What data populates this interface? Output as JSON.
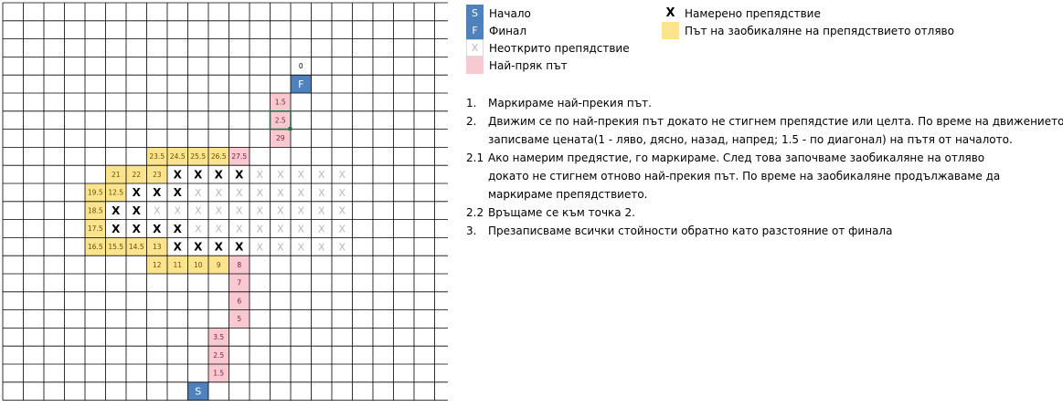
{
  "legend": {
    "start": {
      "symbol": "S",
      "label": "Начало"
    },
    "finish": {
      "symbol": "F",
      "label": "Финал"
    },
    "unknown_obstacle": {
      "symbol": "X",
      "label": "Неоткрито препядствие"
    },
    "shortest_path": {
      "label": "Най-пряк път"
    },
    "found_obstacle": {
      "symbol": "X",
      "label": "Намерено препядствие"
    },
    "detour_path": {
      "label": "Път на заобикаляне на препядствието отляво"
    }
  },
  "instructions": [
    {
      "num": "1.",
      "lines": [
        "Маркираме най-прекия път."
      ]
    },
    {
      "num": "2.",
      "lines": [
        "Движим се по най-прекия път  докато не стигнем препядстие или целта. По време на движението",
        "записваме цената(1 - ляво, дясно, назад, напред; 1.5 - по диагонал) на пътя от началото."
      ]
    },
    {
      "num": "2.1",
      "lines": [
        "Ако намерим предястие, го маркираме. След това започваме заобикаляне на отляво",
        "докато не стигнем отново най-прекия път. По време на заобикаляне продължаваме да",
        "маркираме препядствието."
      ]
    },
    {
      "num": "2.2",
      "lines": [
        "Връщаме се към точка 2."
      ]
    },
    {
      "num": "3.",
      "lines": [
        "Презаписваме всички стойности обратно като разстояние от финала"
      ]
    }
  ],
  "grid": {
    "cols": 24,
    "rows": 22,
    "colors": {
      "start_finish": "#4f81bd",
      "path": "#f9c9d1",
      "detour": "#fce48e",
      "grid_line": "#000000",
      "found_x": "#000000",
      "unknown_x": "#b8b8b8",
      "selected_border": "#217346"
    },
    "cells": [
      {
        "r": 3,
        "c": 14,
        "type": "text",
        "text": "0"
      },
      {
        "r": 4,
        "c": 14,
        "type": "finish",
        "text": "F"
      },
      {
        "r": 5,
        "c": 13,
        "type": "path",
        "text": "1.5"
      },
      {
        "r": 6,
        "c": 13,
        "type": "path",
        "text": "2.5",
        "selected": true
      },
      {
        "r": 7,
        "c": 13,
        "type": "path",
        "text": "29"
      },
      {
        "r": 8,
        "c": 7,
        "type": "detour",
        "text": "23.5"
      },
      {
        "r": 8,
        "c": 8,
        "type": "detour",
        "text": "24.5"
      },
      {
        "r": 8,
        "c": 9,
        "type": "detour",
        "text": "25.5"
      },
      {
        "r": 8,
        "c": 10,
        "type": "detour",
        "text": "26.5"
      },
      {
        "r": 8,
        "c": 11,
        "type": "path",
        "text": "27.5"
      },
      {
        "r": 9,
        "c": 5,
        "type": "detour",
        "text": "21"
      },
      {
        "r": 9,
        "c": 6,
        "type": "detour",
        "text": "22"
      },
      {
        "r": 9,
        "c": 7,
        "type": "detour",
        "text": "23"
      },
      {
        "r": 9,
        "c": 8,
        "type": "found"
      },
      {
        "r": 9,
        "c": 9,
        "type": "found"
      },
      {
        "r": 9,
        "c": 10,
        "type": "found"
      },
      {
        "r": 9,
        "c": 11,
        "type": "found"
      },
      {
        "r": 9,
        "c": 12,
        "type": "unknown"
      },
      {
        "r": 9,
        "c": 13,
        "type": "unknown"
      },
      {
        "r": 9,
        "c": 14,
        "type": "unknown"
      },
      {
        "r": 9,
        "c": 15,
        "type": "unknown"
      },
      {
        "r": 9,
        "c": 16,
        "type": "unknown"
      },
      {
        "r": 10,
        "c": 4,
        "type": "detour",
        "text": "19.5"
      },
      {
        "r": 10,
        "c": 5,
        "type": "detour",
        "text": "12.5"
      },
      {
        "r": 10,
        "c": 6,
        "type": "found"
      },
      {
        "r": 10,
        "c": 7,
        "type": "found"
      },
      {
        "r": 10,
        "c": 8,
        "type": "found"
      },
      {
        "r": 10,
        "c": 9,
        "type": "unknown"
      },
      {
        "r": 10,
        "c": 10,
        "type": "unknown"
      },
      {
        "r": 10,
        "c": 11,
        "type": "unknown"
      },
      {
        "r": 10,
        "c": 12,
        "type": "unknown"
      },
      {
        "r": 10,
        "c": 13,
        "type": "unknown"
      },
      {
        "r": 10,
        "c": 14,
        "type": "unknown"
      },
      {
        "r": 10,
        "c": 15,
        "type": "unknown"
      },
      {
        "r": 10,
        "c": 16,
        "type": "unknown"
      },
      {
        "r": 11,
        "c": 4,
        "type": "detour",
        "text": "18.5"
      },
      {
        "r": 11,
        "c": 5,
        "type": "found"
      },
      {
        "r": 11,
        "c": 6,
        "type": "found"
      },
      {
        "r": 11,
        "c": 7,
        "type": "unknown"
      },
      {
        "r": 11,
        "c": 8,
        "type": "unknown"
      },
      {
        "r": 11,
        "c": 9,
        "type": "unknown"
      },
      {
        "r": 11,
        "c": 10,
        "type": "unknown"
      },
      {
        "r": 11,
        "c": 11,
        "type": "unknown"
      },
      {
        "r": 11,
        "c": 12,
        "type": "unknown"
      },
      {
        "r": 11,
        "c": 13,
        "type": "unknown"
      },
      {
        "r": 11,
        "c": 14,
        "type": "unknown"
      },
      {
        "r": 11,
        "c": 15,
        "type": "unknown"
      },
      {
        "r": 11,
        "c": 16,
        "type": "unknown"
      },
      {
        "r": 12,
        "c": 4,
        "type": "detour",
        "text": "17.5"
      },
      {
        "r": 12,
        "c": 5,
        "type": "found"
      },
      {
        "r": 12,
        "c": 6,
        "type": "found"
      },
      {
        "r": 12,
        "c": 7,
        "type": "found"
      },
      {
        "r": 12,
        "c": 8,
        "type": "found"
      },
      {
        "r": 12,
        "c": 9,
        "type": "unknown"
      },
      {
        "r": 12,
        "c": 10,
        "type": "unknown"
      },
      {
        "r": 12,
        "c": 11,
        "type": "unknown"
      },
      {
        "r": 12,
        "c": 12,
        "type": "unknown"
      },
      {
        "r": 12,
        "c": 13,
        "type": "unknown"
      },
      {
        "r": 12,
        "c": 14,
        "type": "unknown"
      },
      {
        "r": 12,
        "c": 15,
        "type": "unknown"
      },
      {
        "r": 12,
        "c": 16,
        "type": "unknown"
      },
      {
        "r": 13,
        "c": 4,
        "type": "detour",
        "text": "16.5"
      },
      {
        "r": 13,
        "c": 5,
        "type": "detour",
        "text": "15.5"
      },
      {
        "r": 13,
        "c": 6,
        "type": "detour",
        "text": "14.5"
      },
      {
        "r": 13,
        "c": 7,
        "type": "detour",
        "text": "13"
      },
      {
        "r": 13,
        "c": 8,
        "type": "found"
      },
      {
        "r": 13,
        "c": 9,
        "type": "found"
      },
      {
        "r": 13,
        "c": 10,
        "type": "found"
      },
      {
        "r": 13,
        "c": 11,
        "type": "found"
      },
      {
        "r": 13,
        "c": 12,
        "type": "unknown"
      },
      {
        "r": 13,
        "c": 13,
        "type": "unknown"
      },
      {
        "r": 13,
        "c": 14,
        "type": "unknown"
      },
      {
        "r": 13,
        "c": 15,
        "type": "unknown"
      },
      {
        "r": 13,
        "c": 16,
        "type": "unknown"
      },
      {
        "r": 14,
        "c": 7,
        "type": "detour",
        "text": "12"
      },
      {
        "r": 14,
        "c": 8,
        "type": "detour",
        "text": "11"
      },
      {
        "r": 14,
        "c": 9,
        "type": "detour",
        "text": "10"
      },
      {
        "r": 14,
        "c": 10,
        "type": "detour",
        "text": "9"
      },
      {
        "r": 14,
        "c": 11,
        "type": "path",
        "text": "8"
      },
      {
        "r": 15,
        "c": 11,
        "type": "path",
        "text": "7"
      },
      {
        "r": 16,
        "c": 11,
        "type": "path",
        "text": "6"
      },
      {
        "r": 17,
        "c": 11,
        "type": "path",
        "text": "5"
      },
      {
        "r": 18,
        "c": 10,
        "type": "path",
        "text": "3.5"
      },
      {
        "r": 19,
        "c": 10,
        "type": "path",
        "text": "2.5"
      },
      {
        "r": 20,
        "c": 10,
        "type": "path",
        "text": "1.5"
      },
      {
        "r": 21,
        "c": 9,
        "type": "start",
        "text": "S"
      }
    ]
  }
}
